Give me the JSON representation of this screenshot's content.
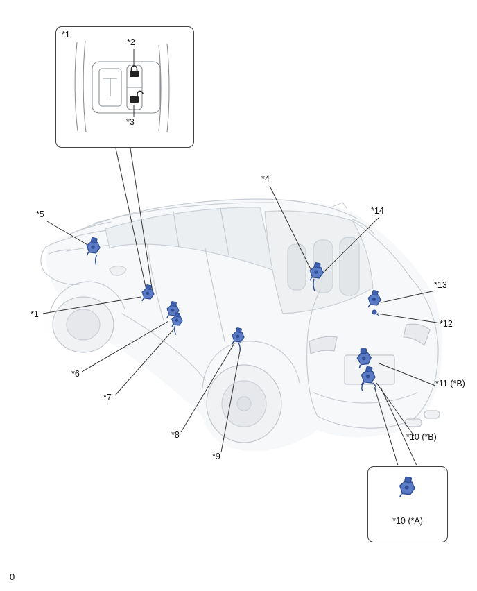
{
  "figure": {
    "footer_text": "0",
    "description": "Vehicle door lock component location diagram"
  },
  "inset_top": {
    "label": "*1",
    "lock_callout": "*2",
    "unlock_callout": "*3"
  },
  "inset_bottom": {
    "label": "*10 (*A)"
  },
  "callouts": {
    "c5": "*5",
    "c4": "*4",
    "c14": "*14",
    "c1": "*1",
    "c13": "*13",
    "c12": "*12",
    "c6": "*6",
    "c7": "*7",
    "c11b": "*11 (*B)",
    "c8": "*8",
    "c10b": "*10 (*B)",
    "c9": "*9"
  },
  "icons": {
    "lock": "padlock-closed-icon",
    "unlock": "padlock-open-icon",
    "component_marker": "door-lock-component-marker"
  },
  "colors": {
    "component_fill": "#5b7cc4",
    "component_stroke": "#2e4d97",
    "leader_line": "#333333",
    "car_outline": "#c7ccd2",
    "inset_border": "#404040"
  }
}
